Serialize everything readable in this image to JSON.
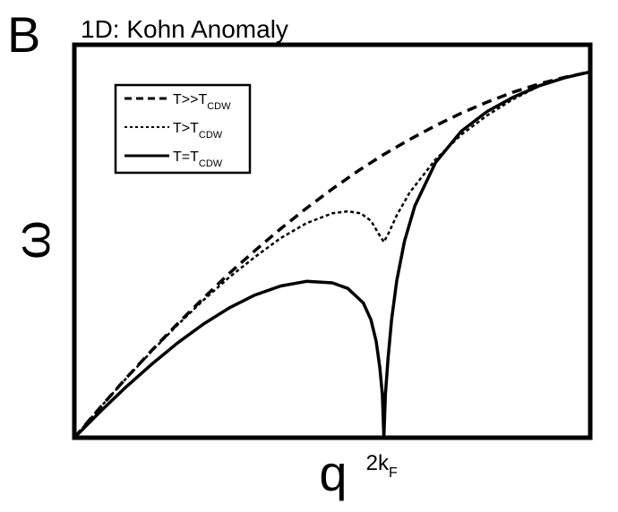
{
  "panel_letter": "B",
  "chart_data": {
    "type": "line",
    "title": "1D: Kohn Anomaly",
    "xlabel": "q",
    "ylabel": "ω",
    "xlim": [
      0,
      1
    ],
    "ylim": [
      0,
      1
    ],
    "grid": false,
    "legend_position": "top-left",
    "x_ticks": [
      {
        "value": 0.6,
        "base": "2k",
        "sub": "F"
      }
    ],
    "series": [
      {
        "name_base": "T>>T",
        "name_sub": "CDW",
        "style": "dashed",
        "width": 3.5,
        "x": [
          0,
          0.05,
          0.1,
          0.15,
          0.2,
          0.25,
          0.3,
          0.35,
          0.4,
          0.45,
          0.5,
          0.55,
          0.6,
          0.65,
          0.7,
          0.75,
          0.8,
          0.85,
          0.9,
          0.95,
          1.0
        ],
        "y": [
          0,
          0.077,
          0.151,
          0.222,
          0.29,
          0.355,
          0.418,
          0.476,
          0.532,
          0.584,
          0.633,
          0.679,
          0.721,
          0.759,
          0.794,
          0.826,
          0.854,
          0.879,
          0.9,
          0.917,
          0.931
        ]
      },
      {
        "name_base": "T>T",
        "name_sub": "CDW",
        "style": "dotted",
        "width": 2.5,
        "x": [
          0,
          0.05,
          0.1,
          0.15,
          0.2,
          0.25,
          0.3,
          0.35,
          0.4,
          0.45,
          0.5,
          0.53,
          0.555,
          0.575,
          0.59,
          0.6,
          0.61,
          0.625,
          0.65,
          0.7,
          0.75,
          0.8,
          0.85,
          0.9,
          0.95,
          1.0
        ],
        "y": [
          0,
          0.077,
          0.15,
          0.22,
          0.287,
          0.35,
          0.408,
          0.46,
          0.508,
          0.546,
          0.571,
          0.576,
          0.571,
          0.552,
          0.519,
          0.498,
          0.523,
          0.566,
          0.624,
          0.708,
          0.771,
          0.82,
          0.861,
          0.894,
          0.915,
          0.931
        ]
      },
      {
        "name_base": "T=T",
        "name_sub": "CDW",
        "style": "solid",
        "width": 3.5,
        "x": [
          0,
          0.05,
          0.1,
          0.15,
          0.2,
          0.25,
          0.3,
          0.35,
          0.4,
          0.45,
          0.5,
          0.53,
          0.56,
          0.575,
          0.585,
          0.592,
          0.597,
          0.6,
          0.603,
          0.608,
          0.615,
          0.625,
          0.64,
          0.66,
          0.7,
          0.75,
          0.8,
          0.85,
          0.9,
          0.95,
          1.0
        ],
        "y": [
          0,
          0.066,
          0.129,
          0.187,
          0.241,
          0.289,
          0.33,
          0.363,
          0.386,
          0.398,
          0.394,
          0.38,
          0.343,
          0.3,
          0.245,
          0.18,
          0.11,
          0,
          0.11,
          0.2,
          0.3,
          0.4,
          0.5,
          0.59,
          0.7,
          0.78,
          0.83,
          0.866,
          0.895,
          0.916,
          0.931
        ]
      }
    ]
  }
}
